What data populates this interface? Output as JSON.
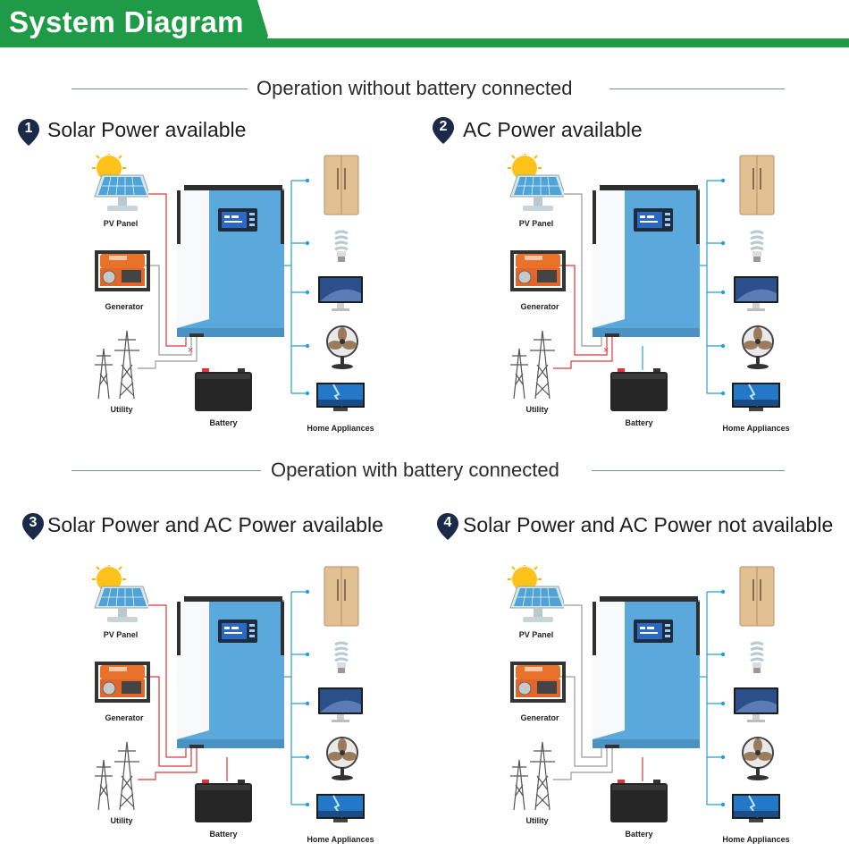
{
  "header": {
    "title": "System Diagram"
  },
  "sections": [
    {
      "title": "Operation without battery connected"
    },
    {
      "title": "Operation with battery connected"
    }
  ],
  "scenarios": [
    {
      "number": "1",
      "title": "Solar Power available"
    },
    {
      "number": "2",
      "title": "AC Power available"
    },
    {
      "number": "3",
      "title": "Solar Power and AC Power available"
    },
    {
      "number": "4",
      "title": "Solar Power and AC Power not available"
    }
  ],
  "labels": {
    "pv_panel": "PV Panel",
    "generator": "Generator",
    "utility": "Utility",
    "battery": "Battery",
    "home_appliances": "Home Appliances"
  },
  "colors": {
    "brand_green": "#1f9a46",
    "inverter_blue": "#5ba9dc",
    "active_wire": "#d9373a",
    "inactive_wire": "#9a9a9a",
    "load_wire": "#2a9dd1",
    "pin_navy": "#1c2a4a"
  },
  "icons": [
    "sun-icon",
    "solar-panel-icon",
    "generator-icon",
    "power-tower-icon",
    "inverter-icon",
    "battery-icon",
    "fridge-icon",
    "bulb-icon",
    "monitor-icon",
    "fan-icon",
    "tv-icon",
    "plug-icon",
    "cross-icon"
  ]
}
